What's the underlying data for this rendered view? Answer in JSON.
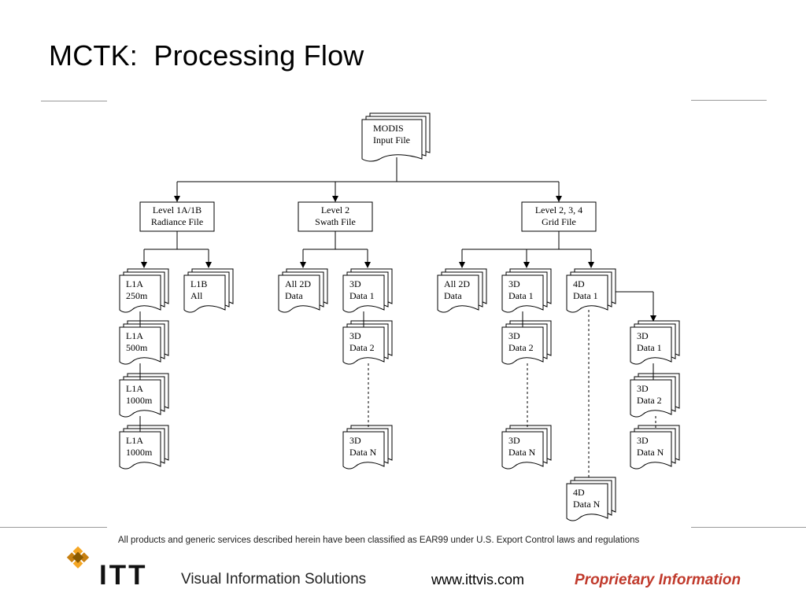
{
  "title": "MCTK:  Processing Flow",
  "diagram": {
    "root": {
      "line1": "MODIS",
      "line2": "Input File"
    },
    "level_1a1b": {
      "line1": "Level 1A/1B",
      "line2": "Radiance File"
    },
    "level_2": {
      "line1": "Level 2",
      "line2": "Swath File"
    },
    "level_234": {
      "line1": "Level 2, 3, 4",
      "line2": "Grid File"
    },
    "l1a_250": {
      "line1": "L1A",
      "line2": "250m"
    },
    "l1b_all": {
      "line1": "L1B",
      "line2": "All"
    },
    "l1a_500": {
      "line1": "L1A",
      "line2": "500m"
    },
    "l1a_1000a": {
      "line1": "L1A",
      "line2": "1000m"
    },
    "l1a_1000b": {
      "line1": "L1A",
      "line2": "1000m"
    },
    "swath_all2d": {
      "line1": "All 2D",
      "line2": "Data"
    },
    "swath_3d1": {
      "line1": "3D",
      "line2": "Data 1"
    },
    "swath_3d2": {
      "line1": "3D",
      "line2": "Data 2"
    },
    "swath_3dn": {
      "line1": "3D",
      "line2": "Data N"
    },
    "grid_all2d": {
      "line1": "All 2D",
      "line2": "Data"
    },
    "grid_3d1": {
      "line1": "3D",
      "line2": "Data 1"
    },
    "grid_3d2": {
      "line1": "3D",
      "line2": "Data 2"
    },
    "grid_3dn": {
      "line1": "3D",
      "line2": "Data N"
    },
    "grid_4d1": {
      "line1": "4D",
      "line2": "Data 1"
    },
    "grid_4dn": {
      "line1": "4D",
      "line2": "Data N"
    },
    "sub_3d1": {
      "line1": "3D",
      "line2": "Data 1"
    },
    "sub_3d2": {
      "line1": "3D",
      "line2": "Data 2"
    },
    "sub_3dn": {
      "line1": "3D",
      "line2": "Data N"
    }
  },
  "footer": {
    "export_note": "All products and generic services described herein have been classified as EAR99 under U.S. Export Control laws and regulations",
    "logo": "ITT",
    "division": "Visual Information Solutions",
    "url": "www.ittvis.com",
    "proprietary": "Proprietary Information"
  },
  "colors": {
    "proprietary": "#c0392b",
    "logo_orange": "#f5a623",
    "logo_dark": "#8a5a00"
  }
}
